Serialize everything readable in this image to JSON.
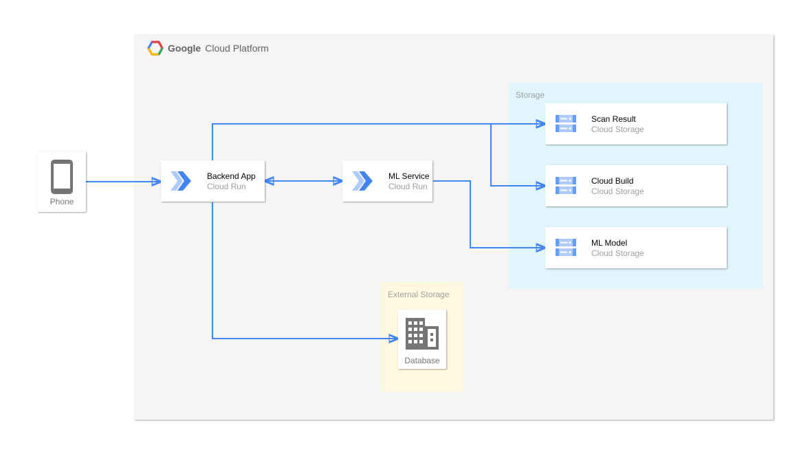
{
  "platform": {
    "brand": "Google",
    "name": "Cloud Platform"
  },
  "zones": {
    "storage": "Storage",
    "external": "External Storage"
  },
  "nodes": {
    "phone": {
      "title": "Phone",
      "icon": "phone-icon"
    },
    "backend": {
      "title": "Backend App",
      "subtitle": "Cloud Run",
      "icon": "cloud-run-icon"
    },
    "ml_service": {
      "title": "ML Service",
      "subtitle": "Cloud Run",
      "icon": "cloud-run-icon"
    },
    "scan_result": {
      "title": "Scan Result",
      "subtitle": "Cloud Storage",
      "icon": "cloud-storage-icon"
    },
    "cloud_build": {
      "title": "Cloud Build",
      "subtitle": "Cloud Storage",
      "icon": "cloud-storage-icon"
    },
    "ml_model": {
      "title": "ML Model",
      "subtitle": "Cloud Storage",
      "icon": "cloud-storage-icon"
    },
    "database": {
      "title": "Database",
      "icon": "database-building-icon"
    }
  },
  "colors": {
    "edge": "#4285f4",
    "gcp_background": "#f5f5f5",
    "storage_zone": "#e1f5fd",
    "external_zone": "#fff8e1",
    "icon_grey": "#757575"
  }
}
